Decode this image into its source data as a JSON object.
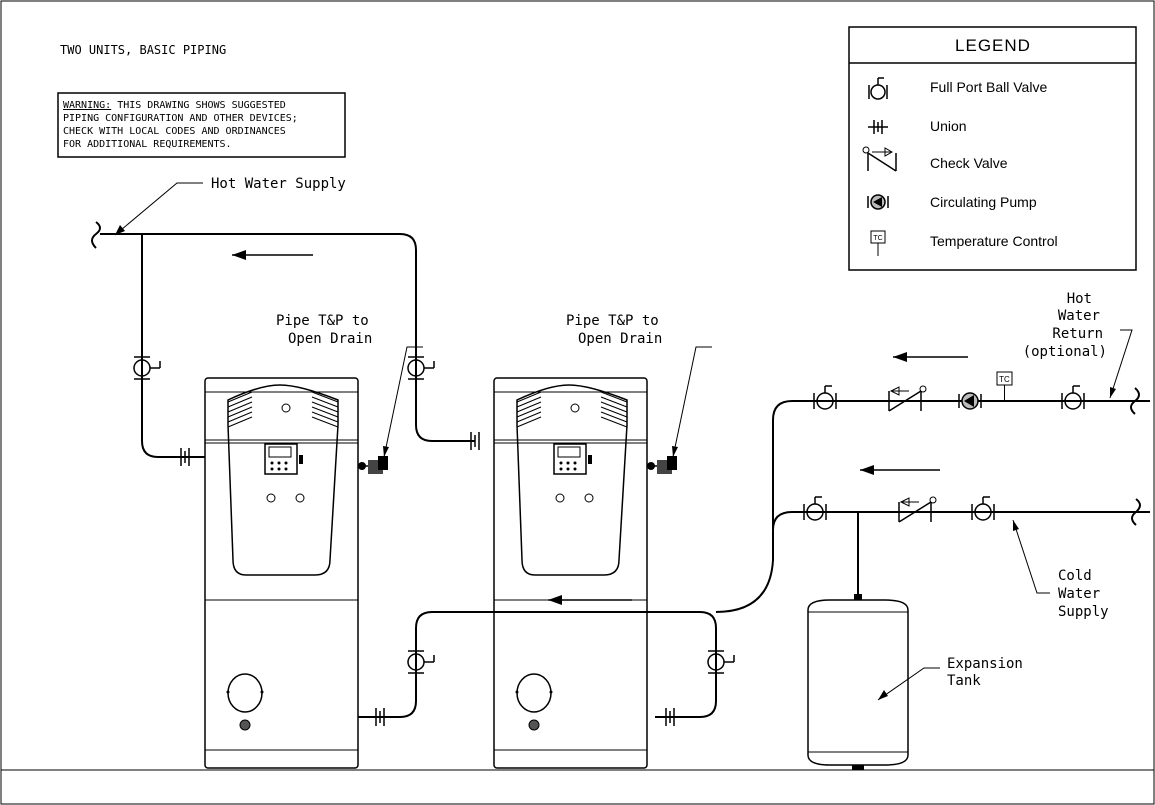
{
  "title": "TWO UNITS, BASIC PIPING",
  "warning": {
    "lead": "WARNING:",
    "line1_rest": " THIS DRAWING SHOWS SUGGESTED",
    "line2": "PIPING CONFIGURATION AND OTHER DEVICES;",
    "line3": "CHECK WITH LOCAL CODES AND ORDINANCES",
    "line4": "FOR ADDITIONAL REQUIREMENTS."
  },
  "legend": {
    "title": "LEGEND",
    "items": [
      {
        "icon": "ball-valve-icon",
        "label": "Full Port Ball Valve"
      },
      {
        "icon": "union-icon",
        "label": "Union"
      },
      {
        "icon": "check-valve-icon",
        "label": "Check Valve"
      },
      {
        "icon": "circulating-pump-icon",
        "label": "Circulating Pump"
      },
      {
        "icon": "temperature-control-icon",
        "label": "Temperature Control",
        "icon_text": "TC"
      }
    ]
  },
  "labels": {
    "hot_water_supply": "Hot Water Supply",
    "tp_drain_1": {
      "line1": "Pipe T&P to",
      "line2": "Open Drain"
    },
    "tp_drain_2": {
      "line1": "Pipe T&P to",
      "line2": "Open Drain"
    },
    "hot_water_return": {
      "line1": "Hot",
      "line2": "Water",
      "line3": "Return",
      "line4": "(optional)"
    },
    "cold_water_supply": {
      "line1": "Cold",
      "line2": "Water",
      "line3": "Supply"
    },
    "expansion_tank": {
      "line1": "Expansion",
      "line2": "Tank"
    },
    "tc_box": "TC"
  }
}
